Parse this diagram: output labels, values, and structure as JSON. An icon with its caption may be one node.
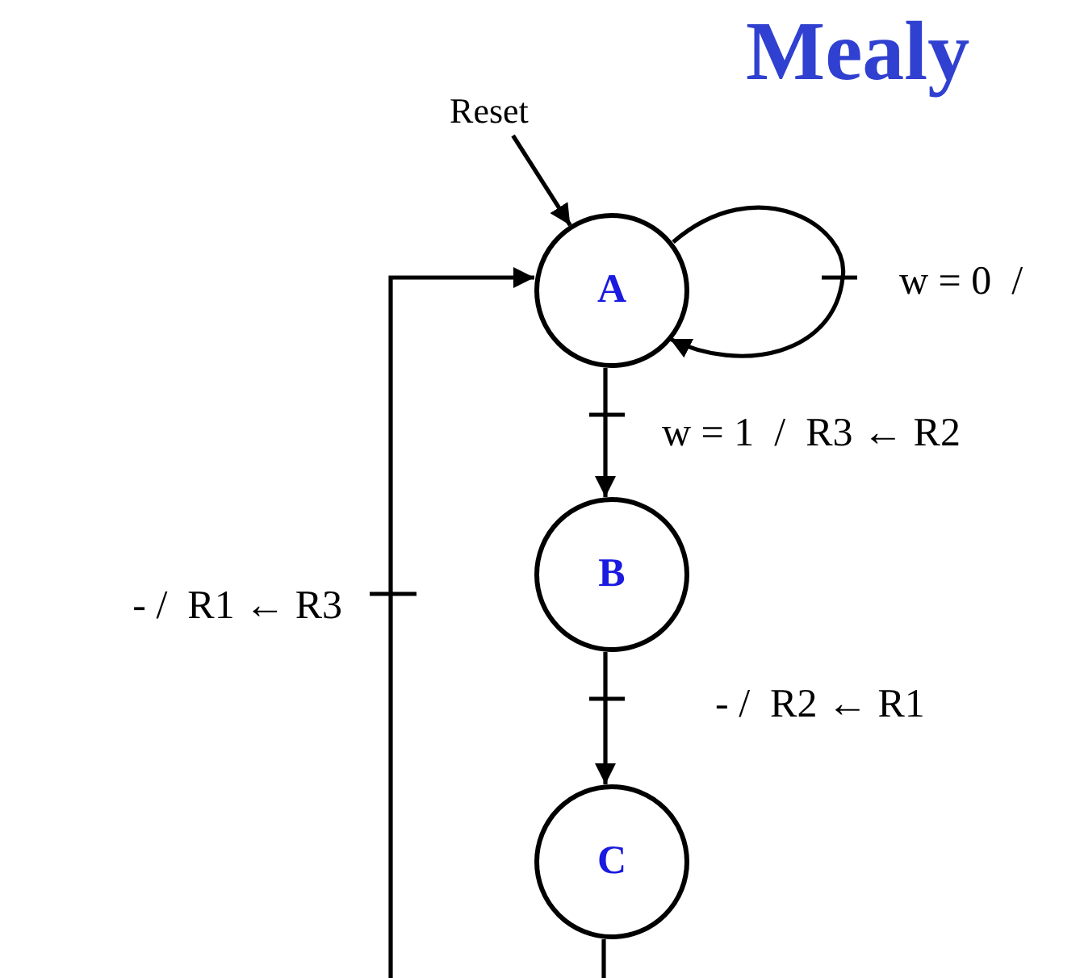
{
  "diagram": {
    "title": "Mealy",
    "nodes": [
      {
        "text": [
          "Reset"
        ]
      },
      {
        "text": [
          "A"
        ]
      },
      {
        "text": [
          "B"
        ]
      },
      {
        "text": [
          "C"
        ]
      }
    ],
    "edges": [
      {
        "from": 0,
        "to": 1,
        "arrow": "to"
      },
      {
        "from": 1,
        "to": 1,
        "arrow": "to",
        "label": "w = 0  /"
      },
      {
        "from": 1,
        "to": 2,
        "arrow": "to",
        "label": "w = 1  /  R3 ← R2"
      },
      {
        "from": 2,
        "to": 3,
        "arrow": "to",
        "label": "- /  R2 ← R1"
      },
      {
        "from": 3,
        "to": 1,
        "arrow": "to",
        "label": "- /  R1 ← R3"
      }
    ]
  }
}
